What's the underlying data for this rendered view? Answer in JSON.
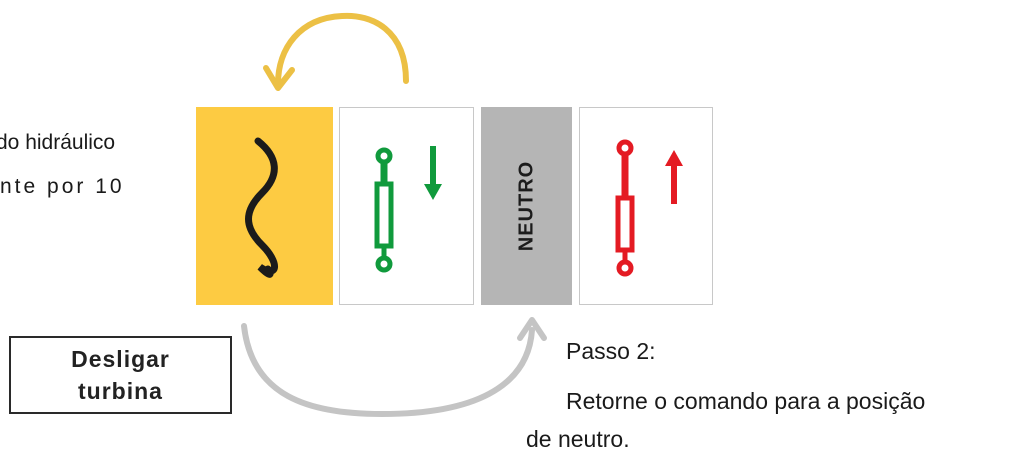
{
  "side_text": {
    "line1": "do hidráulico",
    "line2": "nte por 10"
  },
  "tiles": [
    {
      "id": "wave",
      "icon": "wave-icon",
      "color": "#FDCB42",
      "line_color": "#1b1b1b"
    },
    {
      "id": "down",
      "icon": "cylinder-down-icon",
      "color": "#109a3c"
    },
    {
      "id": "neutral",
      "label": "NEUTRO",
      "color": "#b5b5b5"
    },
    {
      "id": "up",
      "icon": "cylinder-up-icon",
      "color": "#e41b23"
    }
  ],
  "arrows": {
    "top_color": "#ECC045",
    "bottom_color": "#C4C4C4"
  },
  "button": {
    "line1": "Desligar",
    "line2": "turbina"
  },
  "step": {
    "title": "Passo 2:",
    "text_line1": "Retorne o comando para a posição",
    "text_line2": "de neutro."
  }
}
